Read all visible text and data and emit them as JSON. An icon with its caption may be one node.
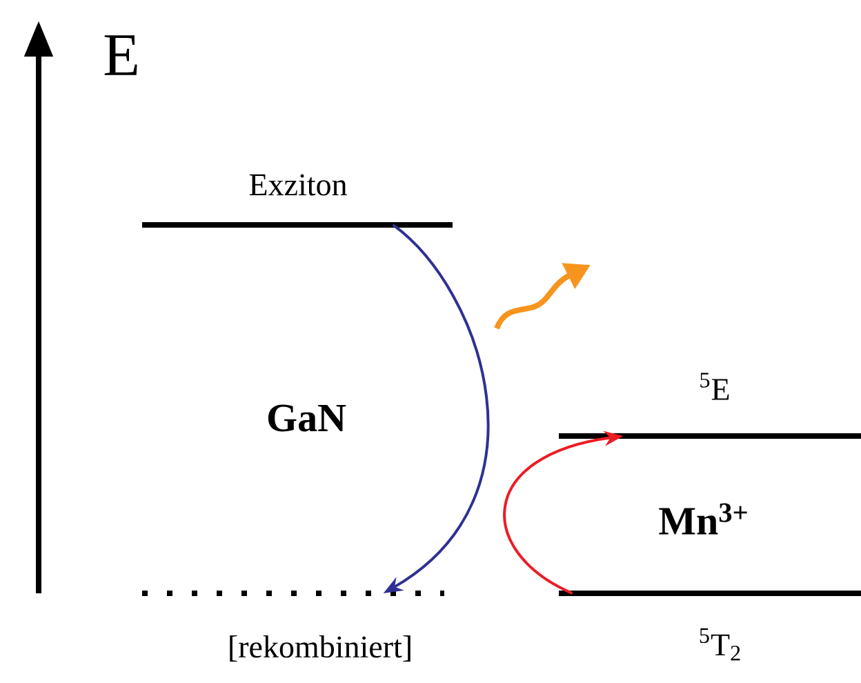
{
  "diagram": {
    "nodes": [
      {
        "text": [
          "Exziton"
        ]
      },
      {
        "text": [
          "[rekombiniert]"
        ]
      },
      {
        "text": [
          "$^{5}$E"
        ]
      },
      {
        "text": [
          "$^{5}$T$_{2}$"
        ]
      }
    ],
    "edges": [
      {
        "from": 0,
        "to": 1,
        "arrow": "to",
        "color": "#2e3192"
      },
      {
        "from": 3,
        "to": 2,
        "arrow": "to",
        "color": "#ed1c24"
      }
    ],
    "labels": [
      "E",
      "GaN",
      "Mn$^{3+}$"
    ]
  }
}
